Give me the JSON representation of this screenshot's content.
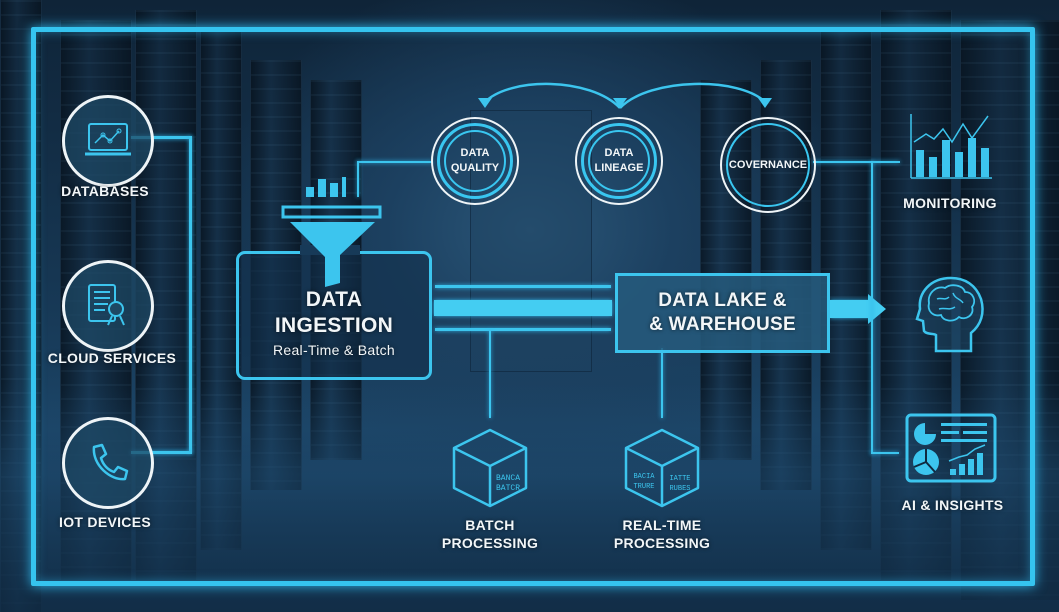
{
  "colors": {
    "accent": "#3cc5ee",
    "text": "#f2f6f8",
    "frame": "#35c4ef"
  },
  "sources": [
    {
      "label": "DATABASES",
      "icon": "laptop-chart-icon"
    },
    {
      "label": "CLOUD SERVICES",
      "icon": "document-search-icon"
    },
    {
      "label": "IOT DEVICES",
      "icon": "phone-icon"
    }
  ],
  "ingestion": {
    "title_line1": "DATA",
    "title_line2": "INGESTION",
    "subtitle": "Real-Time & Batch",
    "icon": "funnel-icon"
  },
  "governance_rings": [
    {
      "line1": "DATA",
      "line2": "QUALITY"
    },
    {
      "line1": "DATA",
      "line2": "LINEAGE"
    },
    {
      "line1": "COVERNANCE",
      "line2": ""
    }
  ],
  "storage": {
    "line1": "DATA LAKE &",
    "line2": "& WAREHOUSE"
  },
  "processing": [
    {
      "line1": "BATCH",
      "line2": "PROCESSING",
      "cube_text": [
        "BANCA",
        "BATCR"
      ]
    },
    {
      "line1": "REAL-TIME",
      "line2": "PROCESSING",
      "cube_text": [
        "BACIA",
        "TRURE",
        "IATTE",
        "RUBES"
      ]
    }
  ],
  "outputs": [
    {
      "label": "MONITORING",
      "icon": "bar-line-chart-icon"
    },
    {
      "label": "",
      "icon": "brain-head-icon"
    },
    {
      "label": "AI & INSIGHTS",
      "icon": "dashboard-icon"
    }
  ]
}
